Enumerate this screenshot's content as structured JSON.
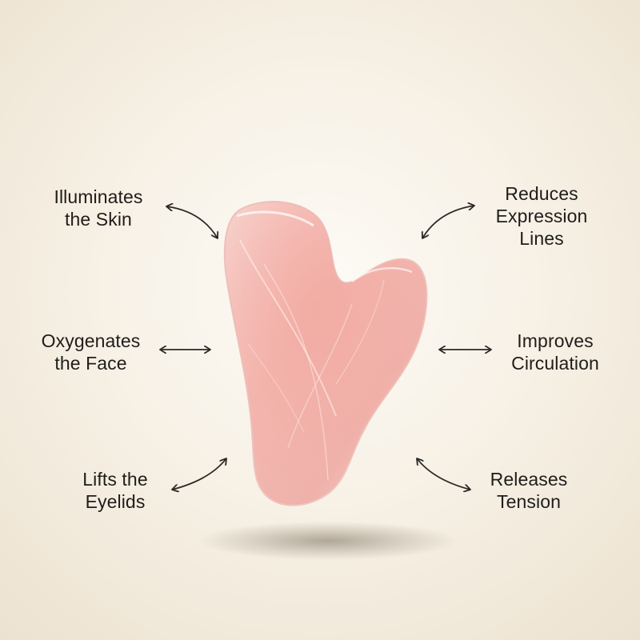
{
  "benefits": {
    "illuminates": {
      "line1": "Illuminates",
      "line2": "the Skin"
    },
    "oxygenates": {
      "line1": "Oxygenates",
      "line2": "the Face"
    },
    "lifts": {
      "line1": "Lifts the",
      "line2": "Eyelids"
    },
    "reduces": {
      "line1": "Reduces",
      "line2": "Expression",
      "line3": "Lines"
    },
    "improves": {
      "line1": "Improves",
      "line2": "Circulation"
    },
    "releases": {
      "line1": "Releases",
      "line2": "Tension"
    }
  },
  "product": {
    "icon": "rose-quartz-gua-sha-stone",
    "color": "#f1b7b1"
  },
  "colors": {
    "background": "#f7f1e6",
    "text": "#1f1d1b",
    "arrow": "#2b2926"
  }
}
